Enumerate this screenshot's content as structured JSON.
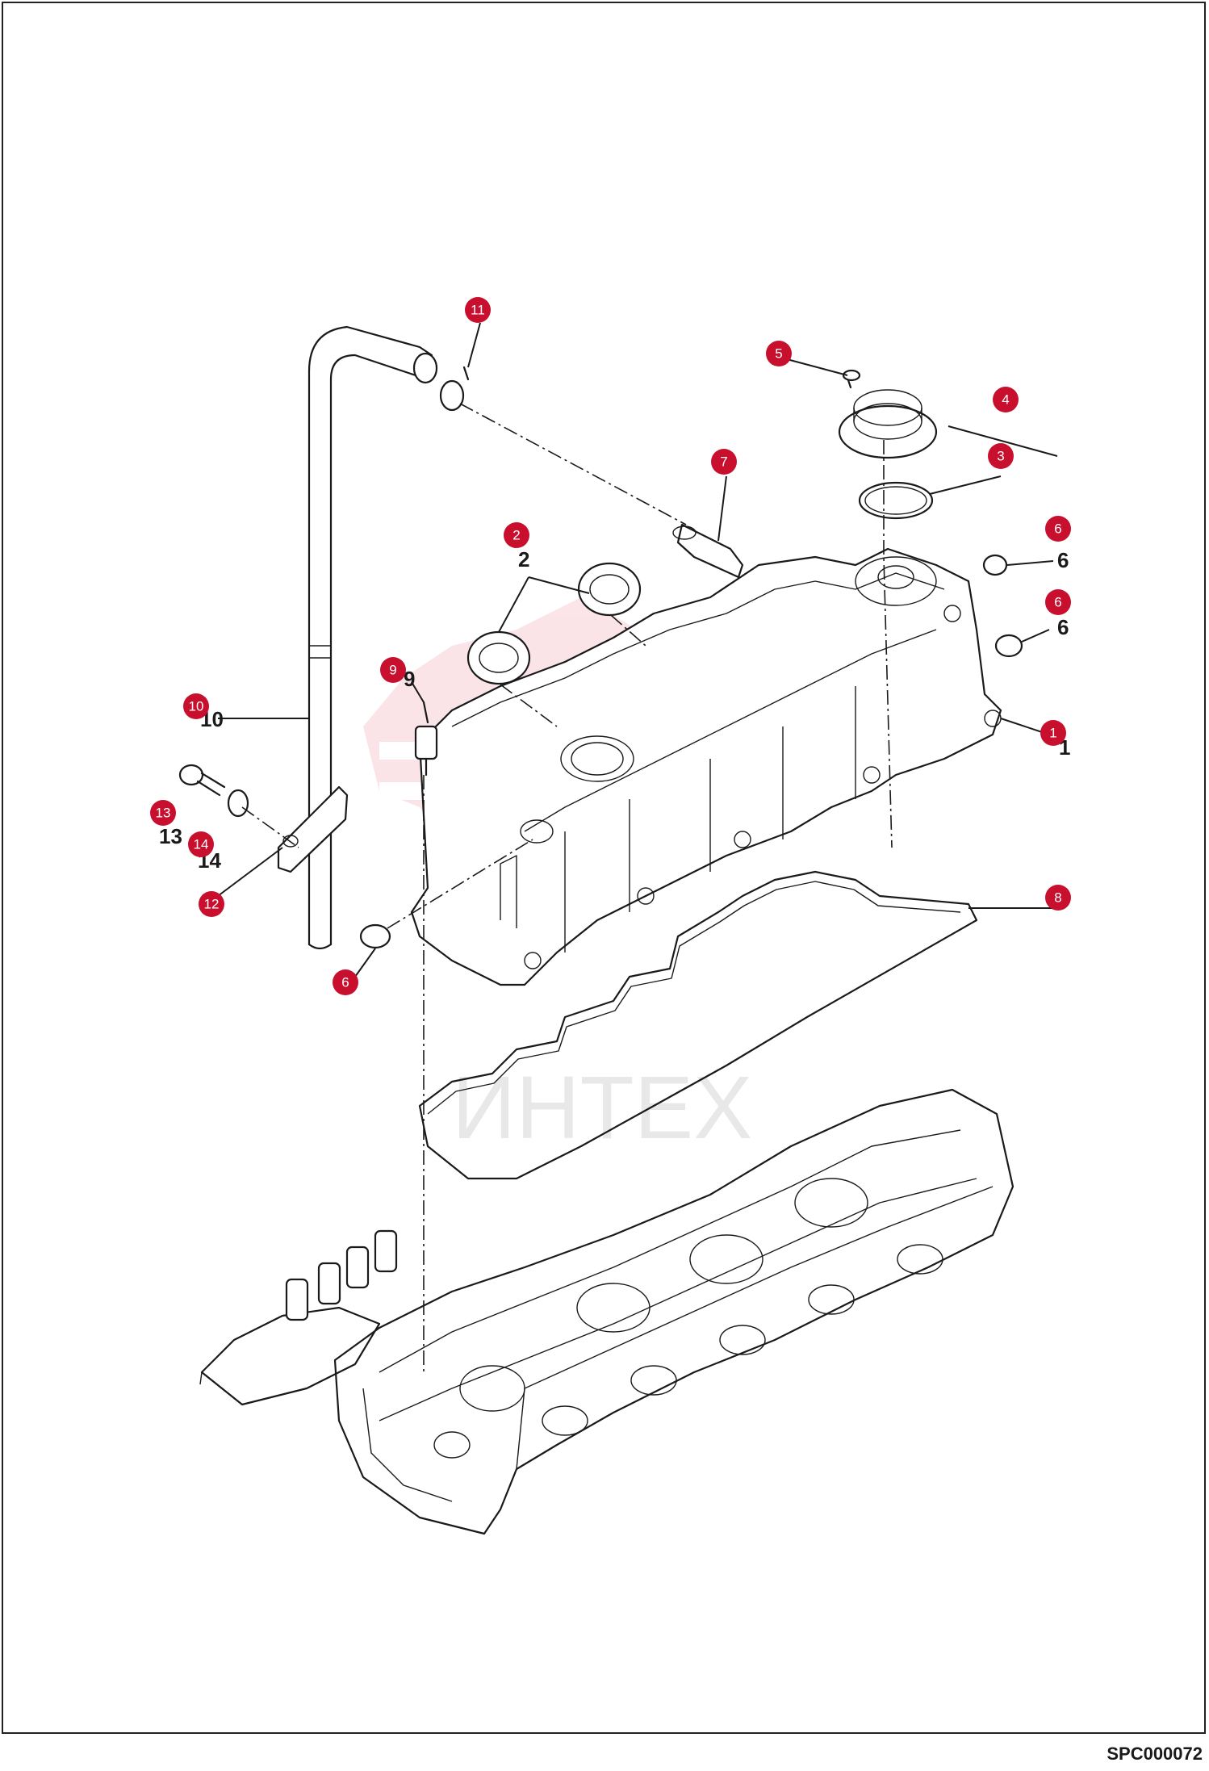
{
  "document_code": "SPC000072",
  "watermark_text": "ИНТЕХ",
  "accent_color": "#c8102e",
  "callouts": [
    {
      "id": "cover",
      "label": "1"
    },
    {
      "id": "oil-seal-left",
      "label": "2"
    },
    {
      "id": "oil-seal-right",
      "label": "2"
    },
    {
      "id": "o-ring",
      "label": "3"
    },
    {
      "id": "filler-cap",
      "label": "4"
    },
    {
      "id": "screw",
      "label": "5"
    },
    {
      "id": "grommet-top",
      "label": "6"
    },
    {
      "id": "grommet-mid",
      "label": "6"
    },
    {
      "id": "grommet-left",
      "label": "6"
    },
    {
      "id": "pipe",
      "label": "7"
    },
    {
      "id": "gasket",
      "label": "8"
    },
    {
      "id": "sensor",
      "label": "9"
    },
    {
      "id": "breather-hose",
      "label": "10"
    },
    {
      "id": "hose-clamp",
      "label": "11"
    },
    {
      "id": "bracket",
      "label": "12"
    },
    {
      "id": "bolt",
      "label": "13"
    },
    {
      "id": "washer",
      "label": "14"
    }
  ],
  "part_numbers": [
    {
      "id": "pn-2",
      "text": "2"
    },
    {
      "id": "pn-6a",
      "text": "6"
    },
    {
      "id": "pn-6b",
      "text": "6"
    },
    {
      "id": "pn-1",
      "text": "1"
    },
    {
      "id": "pn-10",
      "text": "10"
    },
    {
      "id": "pn-13",
      "text": "13"
    },
    {
      "id": "pn-14",
      "text": "14"
    },
    {
      "id": "pn-9",
      "text": "9"
    }
  ]
}
